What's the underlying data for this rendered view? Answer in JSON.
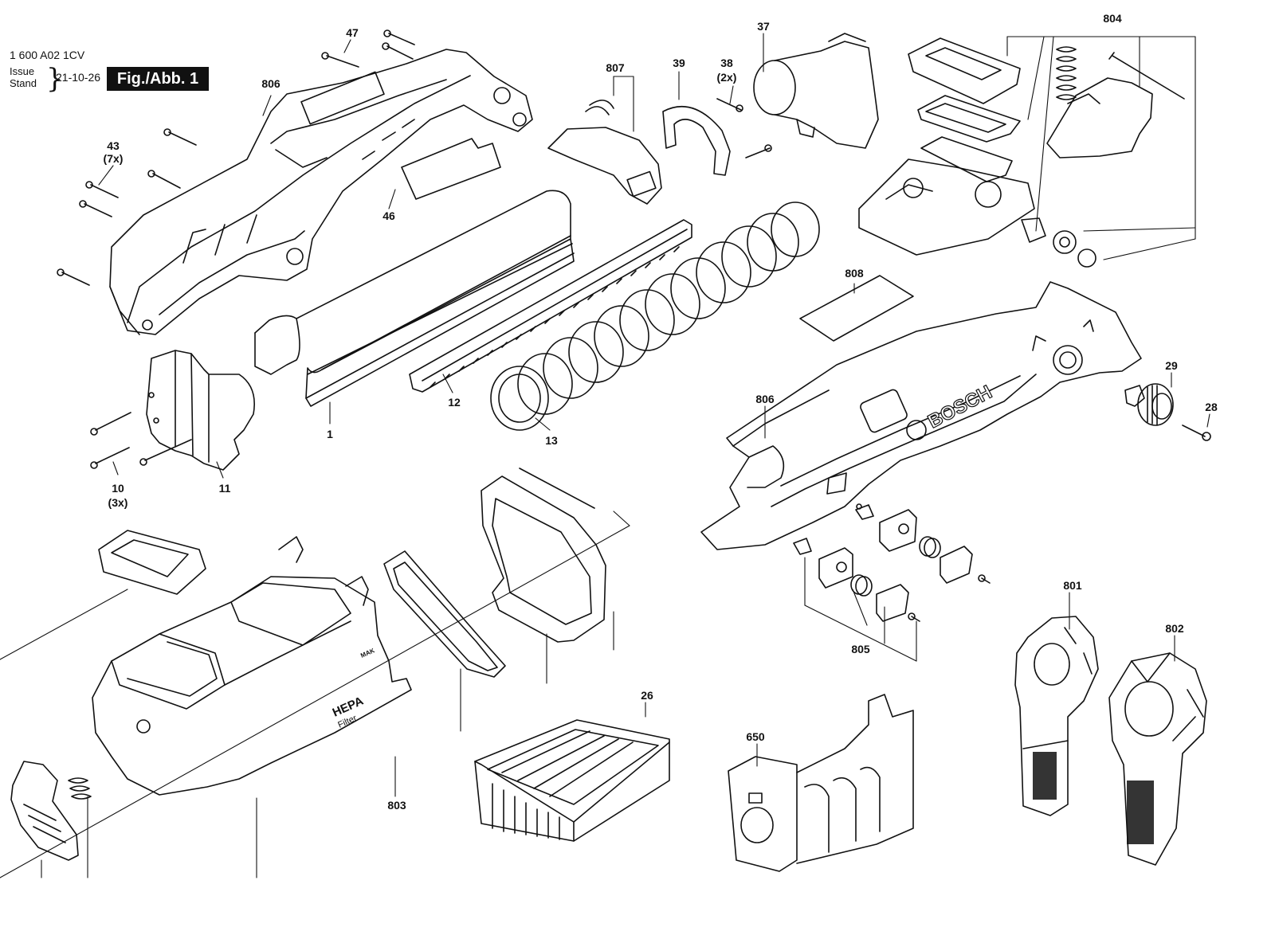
{
  "header": {
    "part_number": "1 600 A02 1CV",
    "issue_label": "Issue",
    "stand_label": "Stand",
    "date": "21-10-26",
    "figure_label": "Fig./Abb. 1"
  },
  "callouts": {
    "c47": "47",
    "c806a": "806",
    "c43": "43",
    "c43q": "(7x)",
    "c46": "46",
    "c807": "807",
    "c39": "39",
    "c38": "38",
    "c38q": "(2x)",
    "c37": "37",
    "c804": "804",
    "c808": "808",
    "c1": "1",
    "c12": "12",
    "c13": "13",
    "c10": "10",
    "c10q": "(3x)",
    "c11": "11",
    "c806b": "806",
    "c29": "29",
    "c28": "28",
    "c805": "805",
    "c801": "801",
    "c802": "802",
    "c26": "26",
    "c650": "650",
    "c803": "803"
  },
  "imprints": {
    "bosch": "BOSCH",
    "hepa": "HEPA",
    "filter": "Filter",
    "make": "MAK"
  }
}
